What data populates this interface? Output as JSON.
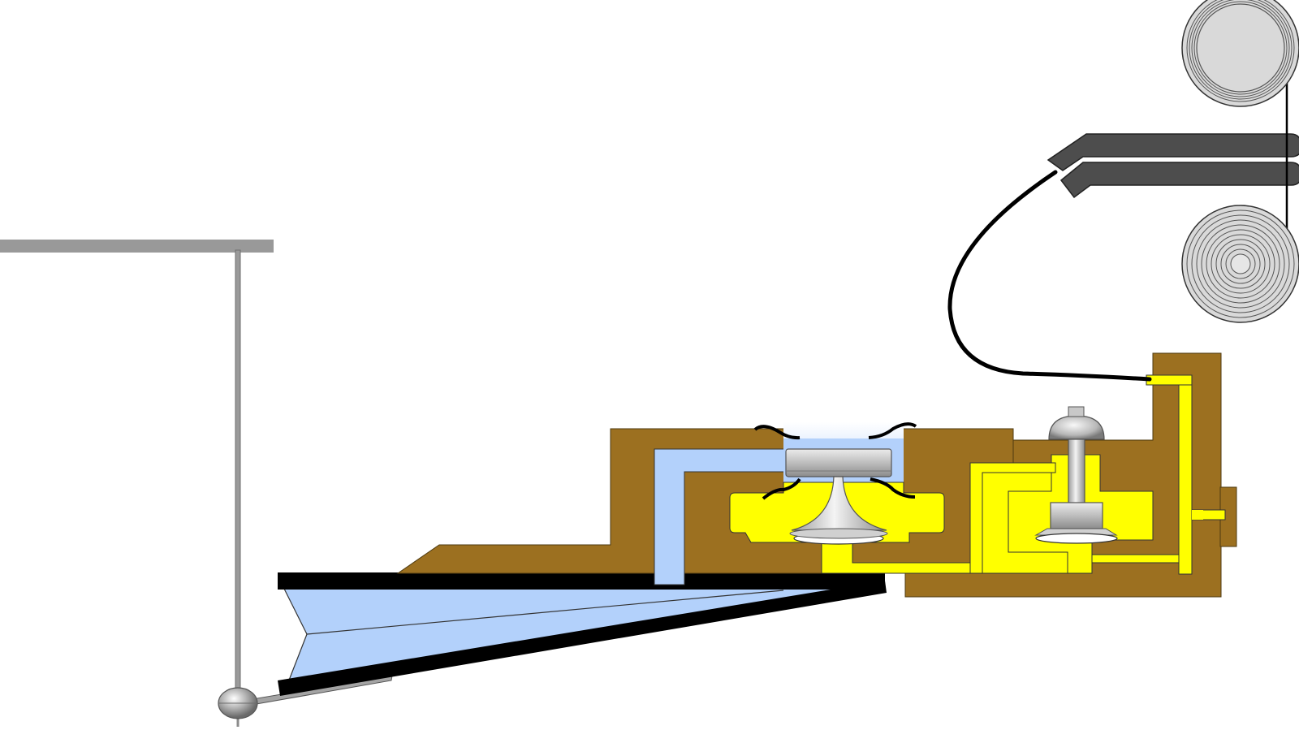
{
  "diagram": {
    "colors": {
      "background": "#ffffff",
      "housing": "#9c7020",
      "housing_stroke": "#4e3a10",
      "air_chamber": "#b3d1fb",
      "vacuum_channel": "#ffff00",
      "plate": "#000000",
      "rod": "#999999",
      "valve_metal": "#c8c8c8",
      "cap_shell": "#bfbfbf",
      "reed_bar": "#4d4d4d",
      "roll": "#d9d9d9",
      "tube": "#000000"
    },
    "icons": [
      "hanger-bar",
      "pendulum-rod",
      "pendulum-bob",
      "wedge-bellows",
      "primary-valve",
      "secondary-valve",
      "housing-block",
      "connection-tube",
      "tracker-bar",
      "upper-roll",
      "lower-roll"
    ]
  }
}
